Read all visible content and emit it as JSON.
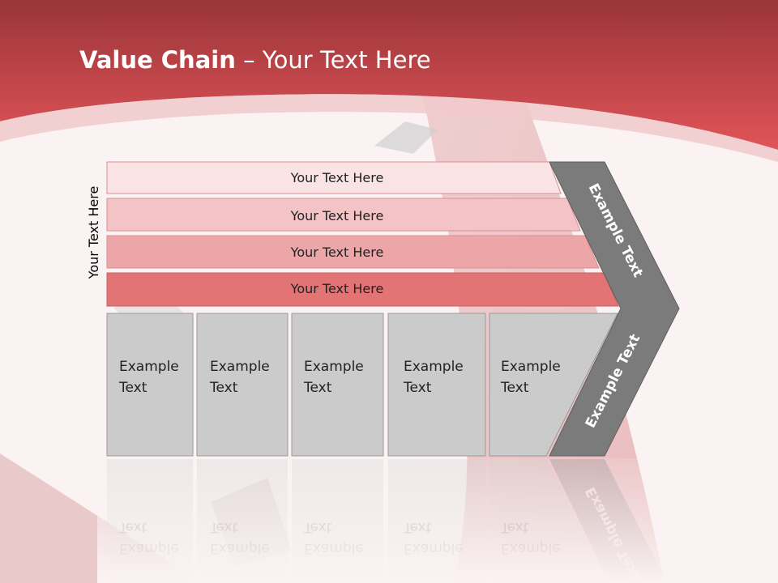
{
  "slide": {
    "title_bold": "Value Chain",
    "title_rest": " – Your Text Here",
    "side_label": "Your Text Here",
    "support_rows": [
      {
        "label": "Your Text Here",
        "color": "#f9e3e4"
      },
      {
        "label": "Your Text Here",
        "color": "#f3c3c5"
      },
      {
        "label": "Your Text Here",
        "color": "#eca6a8"
      },
      {
        "label": "Your Text Here",
        "color": "#e27475"
      }
    ],
    "primary_activities": [
      {
        "line1": "Example",
        "line2": "Text"
      },
      {
        "line1": "Example",
        "line2": "Text"
      },
      {
        "line1": "Example",
        "line2": "Text"
      },
      {
        "line1": "Example",
        "line2": "Text"
      },
      {
        "line1": "Example",
        "line2": "Text"
      }
    ],
    "margin_upper": "Example Text",
    "margin_lower": "Example Text"
  },
  "colors": {
    "header_top": "#9a3538",
    "header_bottom": "#e05458",
    "box_fill": "#cbcbcb",
    "chevron_fill": "#7b7b7b"
  }
}
